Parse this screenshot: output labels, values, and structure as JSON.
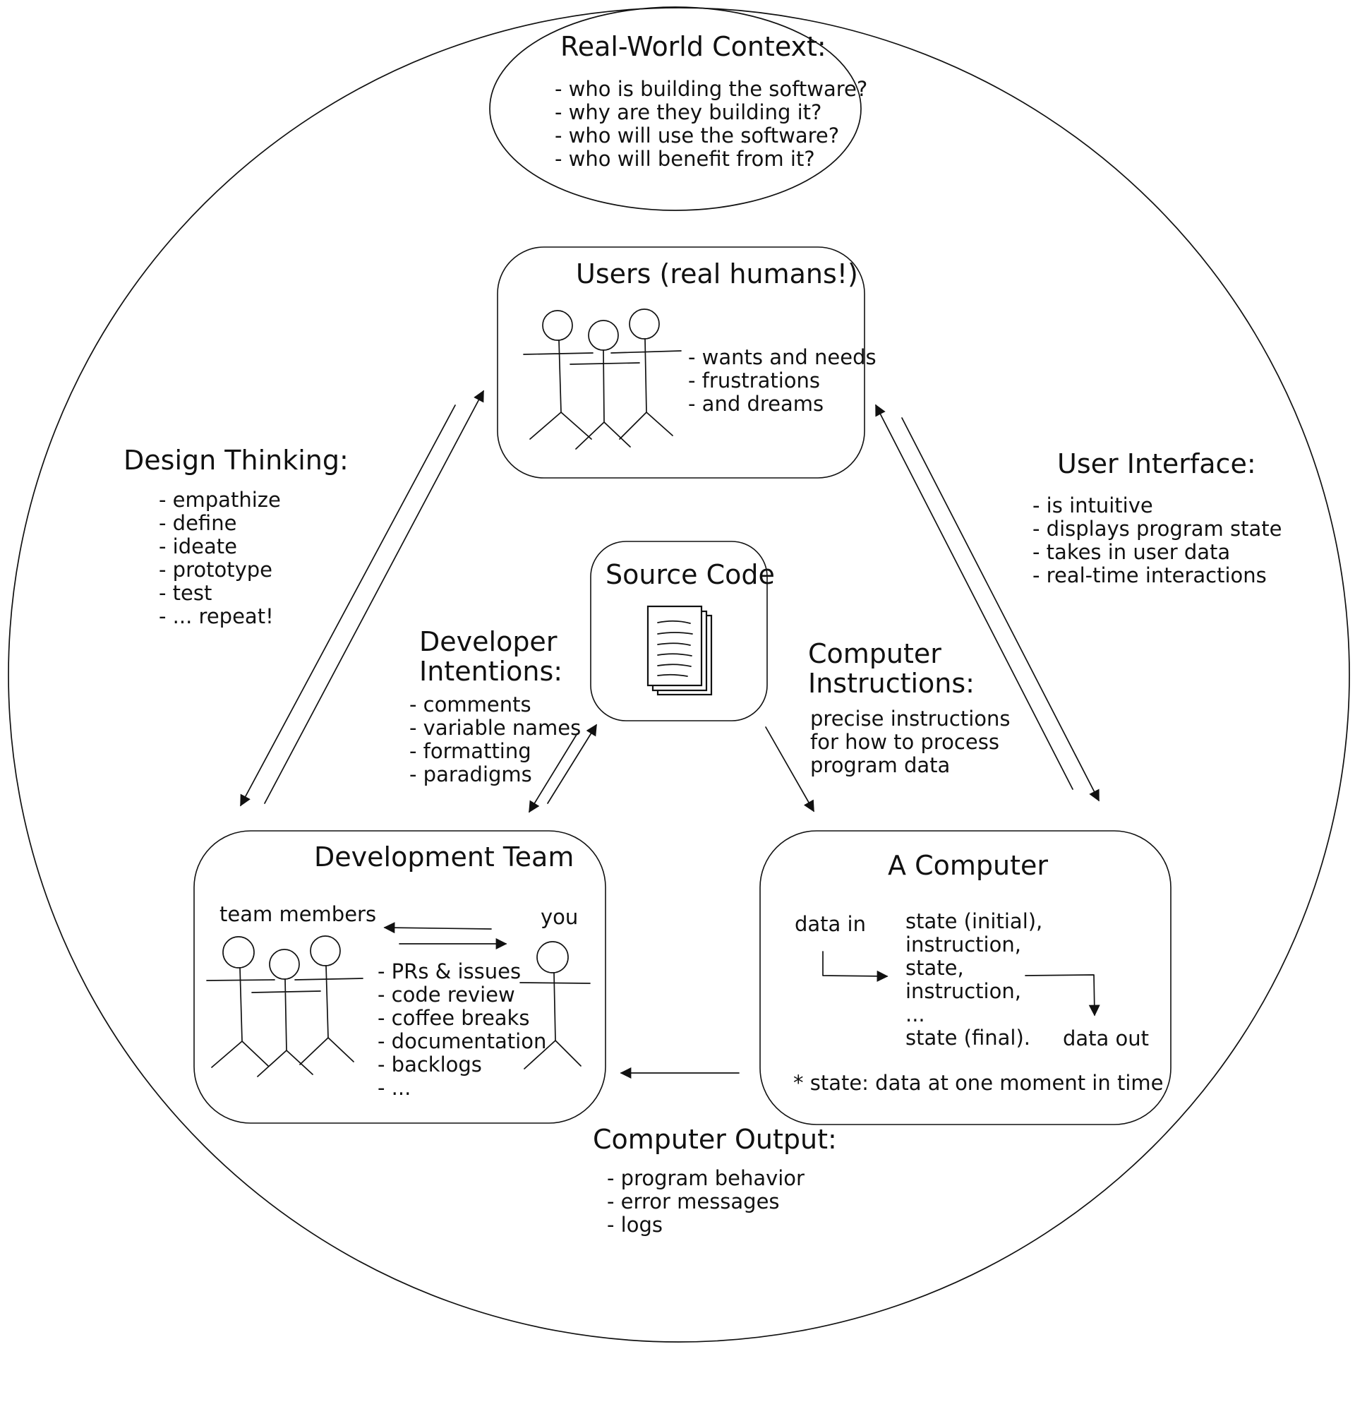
{
  "context": {
    "title": "Real-World Context:",
    "lines": [
      "- who is building the software?",
      "- why are they building it?",
      "- who will use the software?",
      "- who will benefit from it?"
    ]
  },
  "users": {
    "title": "Users (real humans!)",
    "lines": [
      "- wants and needs",
      "- frustrations",
      "- and dreams"
    ]
  },
  "design_thinking": {
    "title": "Design Thinking:",
    "lines": [
      "- empathize",
      "- define",
      "- ideate",
      "- prototype",
      "- test",
      "- ... repeat!"
    ]
  },
  "user_interface": {
    "title": "User Interface:",
    "lines": [
      "- is intuitive",
      "- displays program state",
      "- takes in user data",
      "- real-time interactions"
    ]
  },
  "source_code": {
    "title": "Source Code"
  },
  "developer_intentions": {
    "title": "Developer\nIntentions:",
    "lines": [
      "- comments",
      "- variable names",
      "- formatting",
      "- paradigms"
    ]
  },
  "computer_instructions": {
    "title": "Computer\nInstructions:",
    "lines": [
      "precise instructions",
      "for how to process",
      "program data"
    ]
  },
  "dev_team": {
    "title": "Development Team",
    "team_label": "team members",
    "you_label": "you",
    "lines": [
      "- PRs & issues",
      "- code review",
      "- coffee breaks",
      "- documentation",
      "- backlogs",
      "- ..."
    ]
  },
  "computer": {
    "title": "A Computer",
    "data_in": "data in",
    "data_out": "data out",
    "states": [
      "state (initial),",
      "instruction,",
      "state,",
      "instruction,",
      "...",
      "state (final)."
    ],
    "footnote": "* state: data at one moment in time"
  },
  "computer_output": {
    "title": "Computer Output:",
    "lines": [
      "- program behavior",
      "- error messages",
      "- logs"
    ]
  },
  "icons": [
    "stick-figure-icon",
    "document-stack-icon"
  ],
  "colors": {
    "ink": "#111111",
    "background": "#ffffff"
  }
}
